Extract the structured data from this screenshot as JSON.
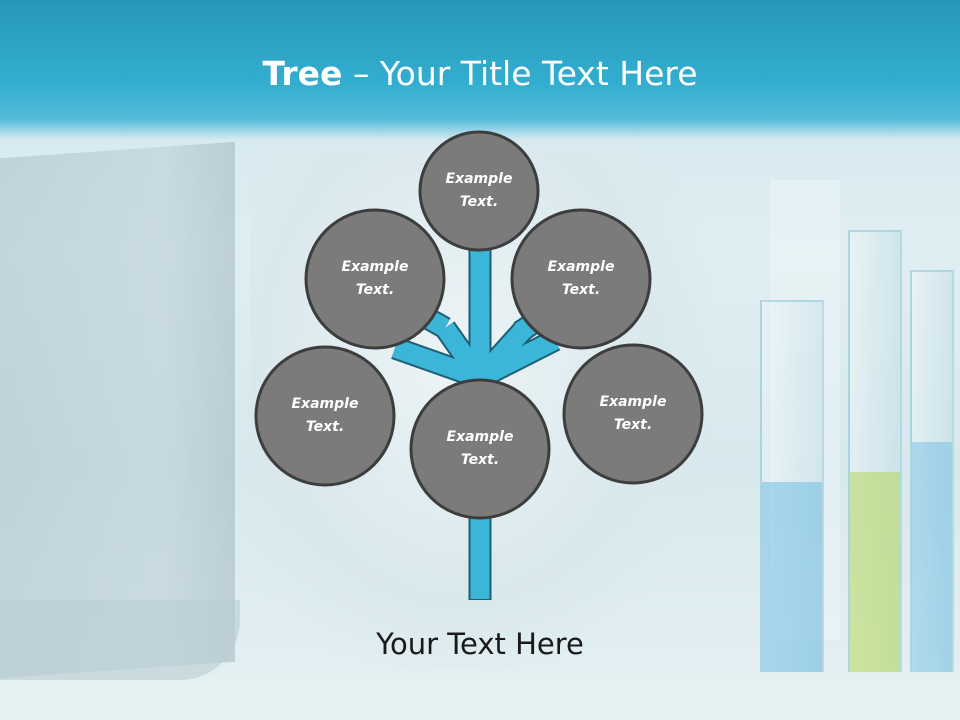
{
  "title": {
    "bold": "Tree",
    "rest": " – Your Title Text Here"
  },
  "nodes": [
    {
      "id": "top",
      "text_line1": "Example",
      "text_line2": "Text."
    },
    {
      "id": "upper-left",
      "text_line1": "Example",
      "text_line2": "Text."
    },
    {
      "id": "upper-right",
      "text_line1": "Example",
      "text_line2": "Text."
    },
    {
      "id": "lower-left",
      "text_line1": "Example",
      "text_line2": "Text."
    },
    {
      "id": "center",
      "text_line1": "Example",
      "text_line2": "Text."
    },
    {
      "id": "lower-right",
      "text_line1": "Example",
      "text_line2": "Text."
    }
  ],
  "footer_text": "Your Text Here",
  "colors": {
    "header": "#33aed0",
    "trunk": "#3bb6d8",
    "trunk_outline": "#1e5f73",
    "node_fill": "#7b7b7b",
    "node_outline": "#3d3d3d",
    "node_text": "#ffffff"
  }
}
